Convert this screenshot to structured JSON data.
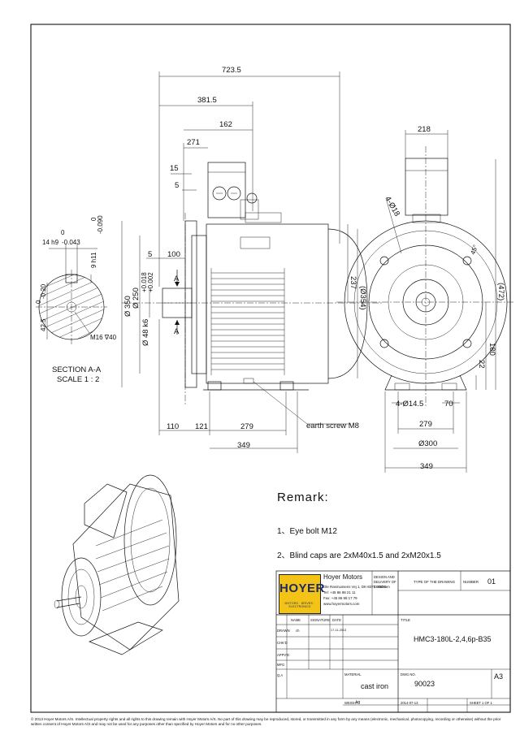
{
  "dimensions": {
    "d723_5": "723.5",
    "d381_5": "381.5",
    "d162": "162",
    "d271": "271",
    "d15": "15",
    "d5_top": "5",
    "d5_mid": "5",
    "d100": "100",
    "d237": "237",
    "d354": "(Ø354)",
    "d350": "Ø 350",
    "d250": "Ø 250",
    "d48k6": "Ø 48 k6",
    "tol_48k6": "+0.018",
    "tol_48k6_b": "+0.002",
    "d110": "110",
    "d121": "121",
    "d279_side": "279",
    "d349_side": "349",
    "earth_screw": "earth screw M8",
    "d218": "218",
    "d4_18": "4-Ø18",
    "d472": "(472)",
    "d180": "180",
    "d22": "22",
    "d45": "45°",
    "d4_14_5": "4-Ø14.5",
    "d70": "70",
    "d279_front": "279",
    "d300": "Ø300",
    "d349_front": "349",
    "sec_0": "0",
    "sec_14h9": "14 h9",
    "sec_tol": "-0.043",
    "sec_9h11": "9 h11",
    "sec_0b": "0",
    "sec_0090": "-0.090",
    "sec_0c": "0",
    "sec_42_5": "42.5",
    "sec_020": "-0.20",
    "sec_m16": "M16 ∇40",
    "section_label": "SECTION  A-A",
    "scale_label": "SCALE 1 : 2",
    "arrow_a": "A"
  },
  "remarks": {
    "title": "Remark:",
    "items": [
      "1、Eye bolt M12",
      "2、Blind caps are 2xM40x1.5 and 2xM20x1.5"
    ]
  },
  "title_block": {
    "logo": "HOYER",
    "logo_sub": "MOTORS · DRIVES · ELECTRONICS",
    "company": "Hoyer Motors",
    "address_1": "Ole Rasmussens Vej 1, DK-8370 Hadsten",
    "address_2": "Tel: +45 86 98 21 11",
    "address_3": "Fax: +45 86 98 17 79",
    "address_4": "www.hoyermotors.com",
    "side_note_1": "DESIGN AND",
    "side_note_2": "DELIVERY OF",
    "side_note_3": "CODES",
    "type_of_drawing": "TYPE OF THE DRAWING",
    "number_label": "NUMBER",
    "number_value": "01",
    "title_label": "TITLE",
    "title_value": "HMC3-180L-2,4,6p-B35",
    "col_name": "NAME",
    "col_signature": "SIGNATURE",
    "col_date": "DATE",
    "row_drawn": "DRAWN",
    "row_checked": "CHK'D",
    "row_approved": "APPV'D",
    "row_mfg": "MFG",
    "row_qa": "Q.A",
    "drawn_name": "ch",
    "drawn_date": "17-11-2013",
    "material_label": "MATERIAL",
    "material_value": "cast iron",
    "dwg_no_label": "DWG NO.",
    "dwg_no_value": "90023",
    "size": "A3",
    "weight_label": "WEIGHT",
    "weight_value": "kg",
    "date_cell": "2014-07-13",
    "sheet_cell": "SHEET 1 OF 1"
  },
  "footer": "© 2013 Hoyer Motors A/S. Intellectual property rights and all rights to this drawing remain with Hoyer Motors A/S. No part of this drawing may be reproduced, stored, or transmitted in any form by any means (electronic, mechanical, photocopying, recording or otherwise) without the prior written consent of Hoyer Motors A/S and may not be used for any purposes other than specified by Hoyer Motors and for no other purposes."
}
